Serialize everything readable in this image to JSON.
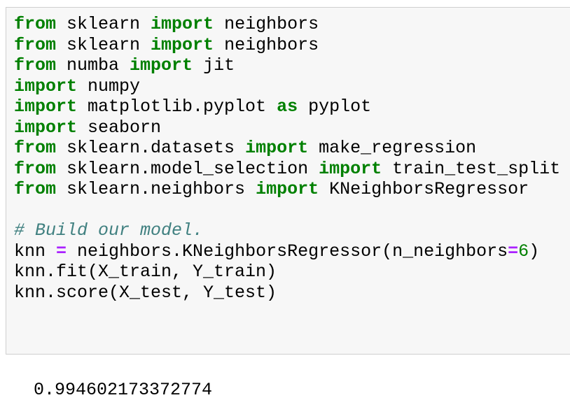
{
  "colors": {
    "page_bg": "#ffffff",
    "cell_bg": "#f7f7f7",
    "cell_border": "#cfcfcf",
    "keyword": "#008000",
    "comment": "#408080",
    "operator": "#aa22ff",
    "number": "#008000",
    "text": "#000000"
  },
  "cell": {
    "code_lines": [
      [
        {
          "c": "kw",
          "t": "from"
        },
        {
          "c": "txt",
          "t": " sklearn "
        },
        {
          "c": "kw",
          "t": "import"
        },
        {
          "c": "txt",
          "t": " neighbors"
        }
      ],
      [
        {
          "c": "kw",
          "t": "from"
        },
        {
          "c": "txt",
          "t": " sklearn "
        },
        {
          "c": "kw",
          "t": "import"
        },
        {
          "c": "txt",
          "t": " neighbors"
        }
      ],
      [
        {
          "c": "kw",
          "t": "from"
        },
        {
          "c": "txt",
          "t": " numba "
        },
        {
          "c": "kw",
          "t": "import"
        },
        {
          "c": "txt",
          "t": " jit"
        }
      ],
      [
        {
          "c": "kw",
          "t": "import"
        },
        {
          "c": "txt",
          "t": " numpy"
        }
      ],
      [
        {
          "c": "kw",
          "t": "import"
        },
        {
          "c": "txt",
          "t": " matplotlib.pyplot "
        },
        {
          "c": "kw",
          "t": "as"
        },
        {
          "c": "txt",
          "t": " pyplot"
        }
      ],
      [
        {
          "c": "kw",
          "t": "import"
        },
        {
          "c": "txt",
          "t": " seaborn"
        }
      ],
      [
        {
          "c": "kw",
          "t": "from"
        },
        {
          "c": "txt",
          "t": " sklearn.datasets "
        },
        {
          "c": "kw",
          "t": "import"
        },
        {
          "c": "txt",
          "t": " make_regression"
        }
      ],
      [
        {
          "c": "kw",
          "t": "from"
        },
        {
          "c": "txt",
          "t": " sklearn.model_selection "
        },
        {
          "c": "kw",
          "t": "import"
        },
        {
          "c": "txt",
          "t": " train_test_split"
        }
      ],
      [
        {
          "c": "kw",
          "t": "from"
        },
        {
          "c": "txt",
          "t": " sklearn.neighbors "
        },
        {
          "c": "kw",
          "t": "import"
        },
        {
          "c": "txt",
          "t": " KNeighborsRegressor"
        }
      ],
      [],
      [
        {
          "c": "com",
          "t": "# Build our model."
        }
      ],
      [
        {
          "c": "txt",
          "t": "knn "
        },
        {
          "c": "op",
          "t": "="
        },
        {
          "c": "txt",
          "t": " neighbors.KNeighborsRegressor(n_neighbors"
        },
        {
          "c": "op",
          "t": "="
        },
        {
          "c": "num",
          "t": "6"
        },
        {
          "c": "txt",
          "t": ")"
        }
      ],
      [
        {
          "c": "txt",
          "t": "knn.fit(X_train, Y_train)"
        }
      ],
      [
        {
          "c": "txt",
          "t": "knn.score(X_test, Y_test)"
        }
      ]
    ]
  },
  "output": {
    "text": "0.994602173372774"
  }
}
